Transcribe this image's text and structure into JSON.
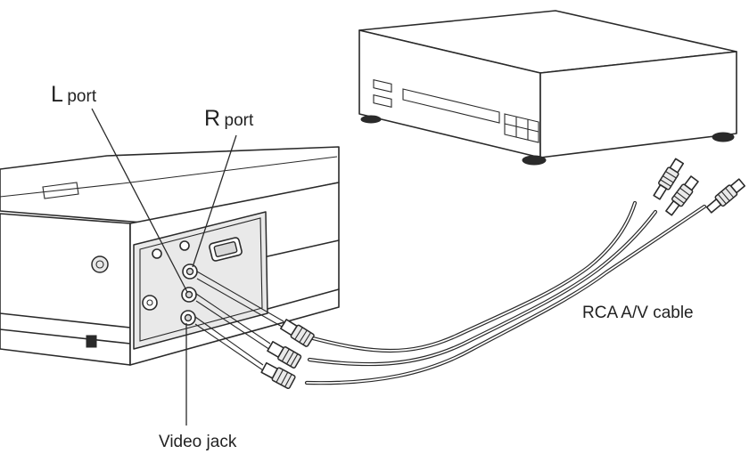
{
  "labels": {
    "l_port_letter": "L",
    "l_port_word": "port",
    "r_port_letter": "R",
    "r_port_word": "port",
    "cable": "RCA A/V cable",
    "video_jack": "Video jack"
  },
  "colors": {
    "line": "#2a2a2a",
    "panel": "#e9e9e9",
    "background": "#ffffff"
  }
}
